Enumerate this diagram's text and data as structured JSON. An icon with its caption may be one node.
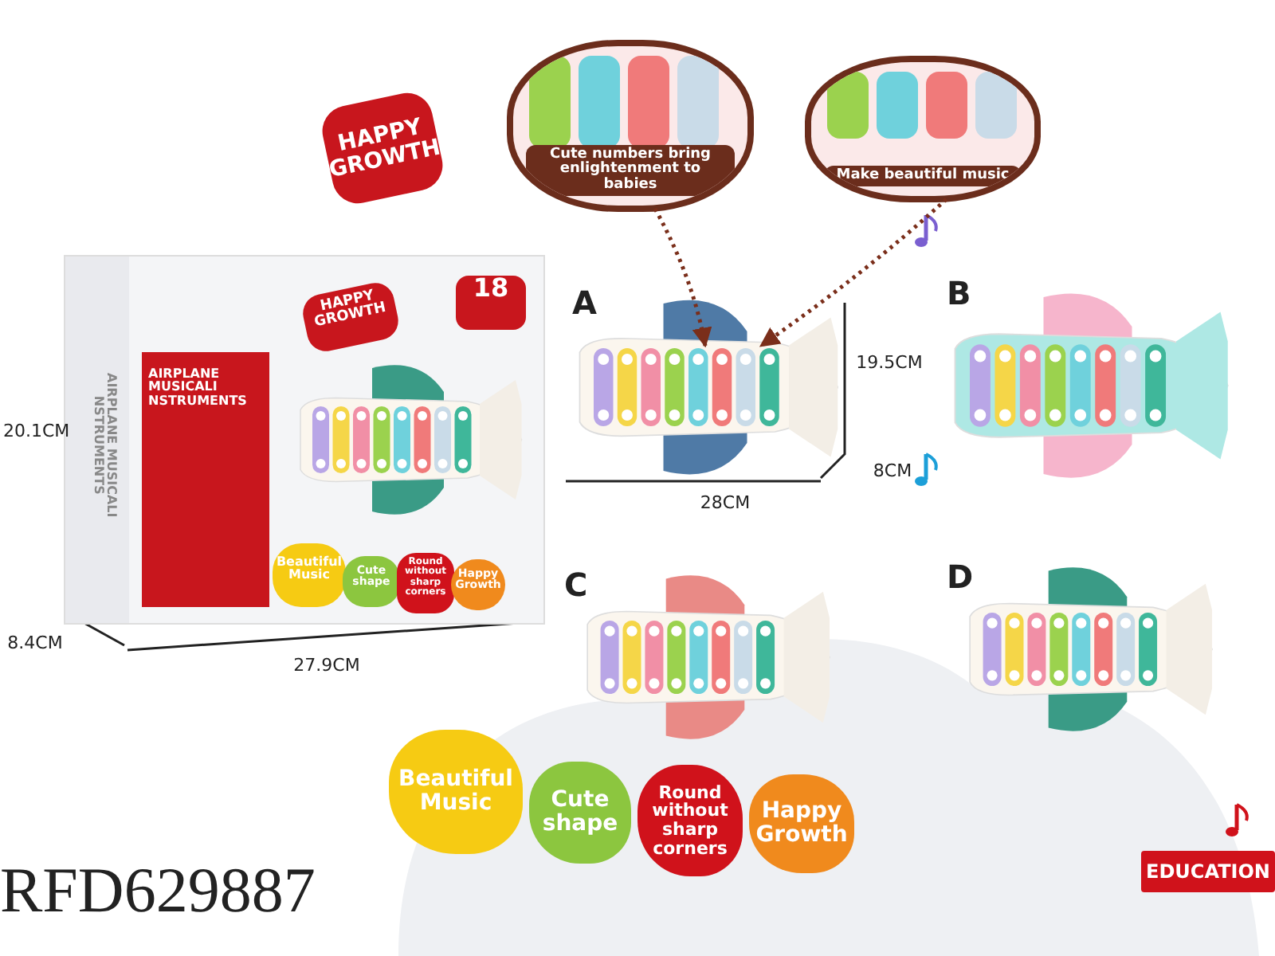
{
  "diagram": {
    "nodes": [
      {
        "text": [
          "HAPPY GROWTH",
          "AIRPLANE MUSICALI NSTRUMENTS",
          "AIRPLANE MUSICALI NSTRUMENTS",
          "18",
          "Beautiful Music",
          "Cute shape",
          "Round without sharp corners",
          "Happy Growth"
        ]
      },
      {
        "text": [
          "HAPPY GROWTH"
        ]
      },
      {
        "text": [
          "Cute numbers bring enlightenment to babies"
        ]
      },
      {
        "text": [
          "Make beautiful music"
        ]
      },
      {
        "text": [],
        "shape": "picture",
        "beside": [
          "A"
        ]
      },
      {
        "text": [],
        "shape": "picture",
        "beside": [
          "B"
        ]
      },
      {
        "text": [],
        "shape": "picture",
        "beside": [
          "C"
        ]
      },
      {
        "text": [],
        "shape": "picture",
        "beside": [
          "D"
        ]
      },
      {
        "text": [
          "Beautiful Music"
        ]
      },
      {
        "text": [
          "Cute shape"
        ]
      },
      {
        "text": [
          "Round without sharp corners"
        ]
      },
      {
        "text": [
          "Happy Growth"
        ]
      },
      {
        "text": [
          "EDUCATION"
        ]
      }
    ],
    "edges": [
      {
        "from": 2,
        "to": 4,
        "arrow": "to",
        "style": "dashed"
      },
      {
        "from": 3,
        "to": 4,
        "arrow": "to",
        "style": "dashed"
      }
    ],
    "labels": [
      "20.1CM",
      "8.4CM",
      "27.9CM",
      "19.5CM",
      "28CM",
      "8CM",
      "RFD629887"
    ]
  }
}
